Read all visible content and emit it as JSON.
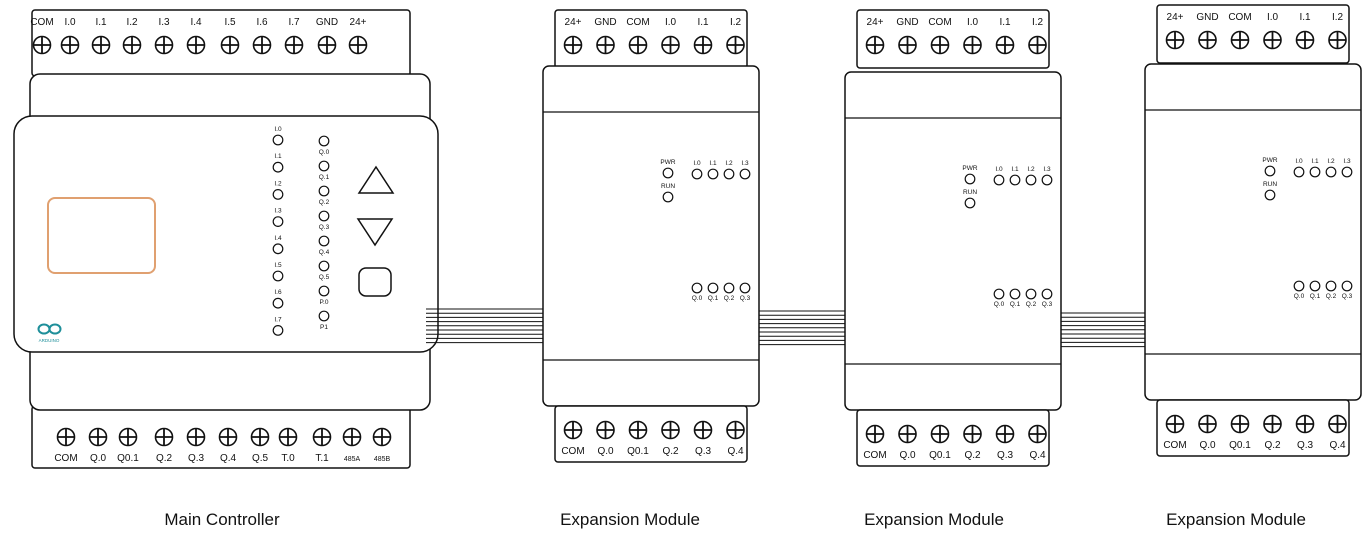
{
  "main": {
    "top_terminals": [
      "COM",
      "I.0",
      "I.1",
      "I.2",
      "I.3",
      "I.4",
      "I.5",
      "I.6",
      "I.7",
      "GND",
      "24+"
    ],
    "bottom_terminals": [
      "COM",
      "Q.0",
      "Q0.1",
      "Q.2",
      "Q.3",
      "Q.4",
      "Q.5",
      "T.0",
      "T.1",
      "485A",
      "485B"
    ],
    "input_leds": [
      "I.0",
      "I.1",
      "I.2",
      "I.3",
      "I.4",
      "I.5",
      "I.6",
      "I.7"
    ],
    "output_leds": [
      "Q.0",
      "Q.1",
      "Q.2",
      "Q.3",
      "Q.4",
      "Q.5",
      "P.0",
      "P1"
    ],
    "logo_text": "ARDUINO",
    "caption": "Main Controller"
  },
  "expansion": [
    {
      "top_terminals": [
        "24+",
        "GND",
        "COM",
        "I.0",
        "I.1",
        "I.2"
      ],
      "bottom_terminals": [
        "COM",
        "Q.0",
        "Q0.1",
        "Q.2",
        "Q.3",
        "Q.4"
      ],
      "status_leds": [
        "PWR",
        "RUN"
      ],
      "input_leds": [
        "I.0",
        "I.1",
        "I.2",
        "I.3"
      ],
      "output_leds": [
        "Q.0",
        "Q.1",
        "Q.2",
        "Q.3"
      ],
      "caption": "Expansion Module"
    },
    {
      "top_terminals": [
        "24+",
        "GND",
        "COM",
        "I.0",
        "I.1",
        "I.2"
      ],
      "bottom_terminals": [
        "COM",
        "Q.0",
        "Q0.1",
        "Q.2",
        "Q.3",
        "Q.4"
      ],
      "status_leds": [
        "PWR",
        "RUN"
      ],
      "input_leds": [
        "I.0",
        "I.1",
        "I.2",
        "I.3"
      ],
      "output_leds": [
        "Q.0",
        "Q.1",
        "Q.2",
        "Q.3"
      ],
      "caption": "Expansion Module"
    },
    {
      "top_terminals": [
        "24+",
        "GND",
        "COM",
        "I.0",
        "I.1",
        "I.2"
      ],
      "bottom_terminals": [
        "COM",
        "Q.0",
        "Q0.1",
        "Q.2",
        "Q.3",
        "Q.4"
      ],
      "status_leds": [
        "PWR",
        "RUN"
      ],
      "input_leds": [
        "I.0",
        "I.1",
        "I.2",
        "I.3"
      ],
      "output_leds": [
        "Q.0",
        "Q.1",
        "Q.2",
        "Q.3"
      ],
      "caption": "Expansion Module"
    }
  ]
}
